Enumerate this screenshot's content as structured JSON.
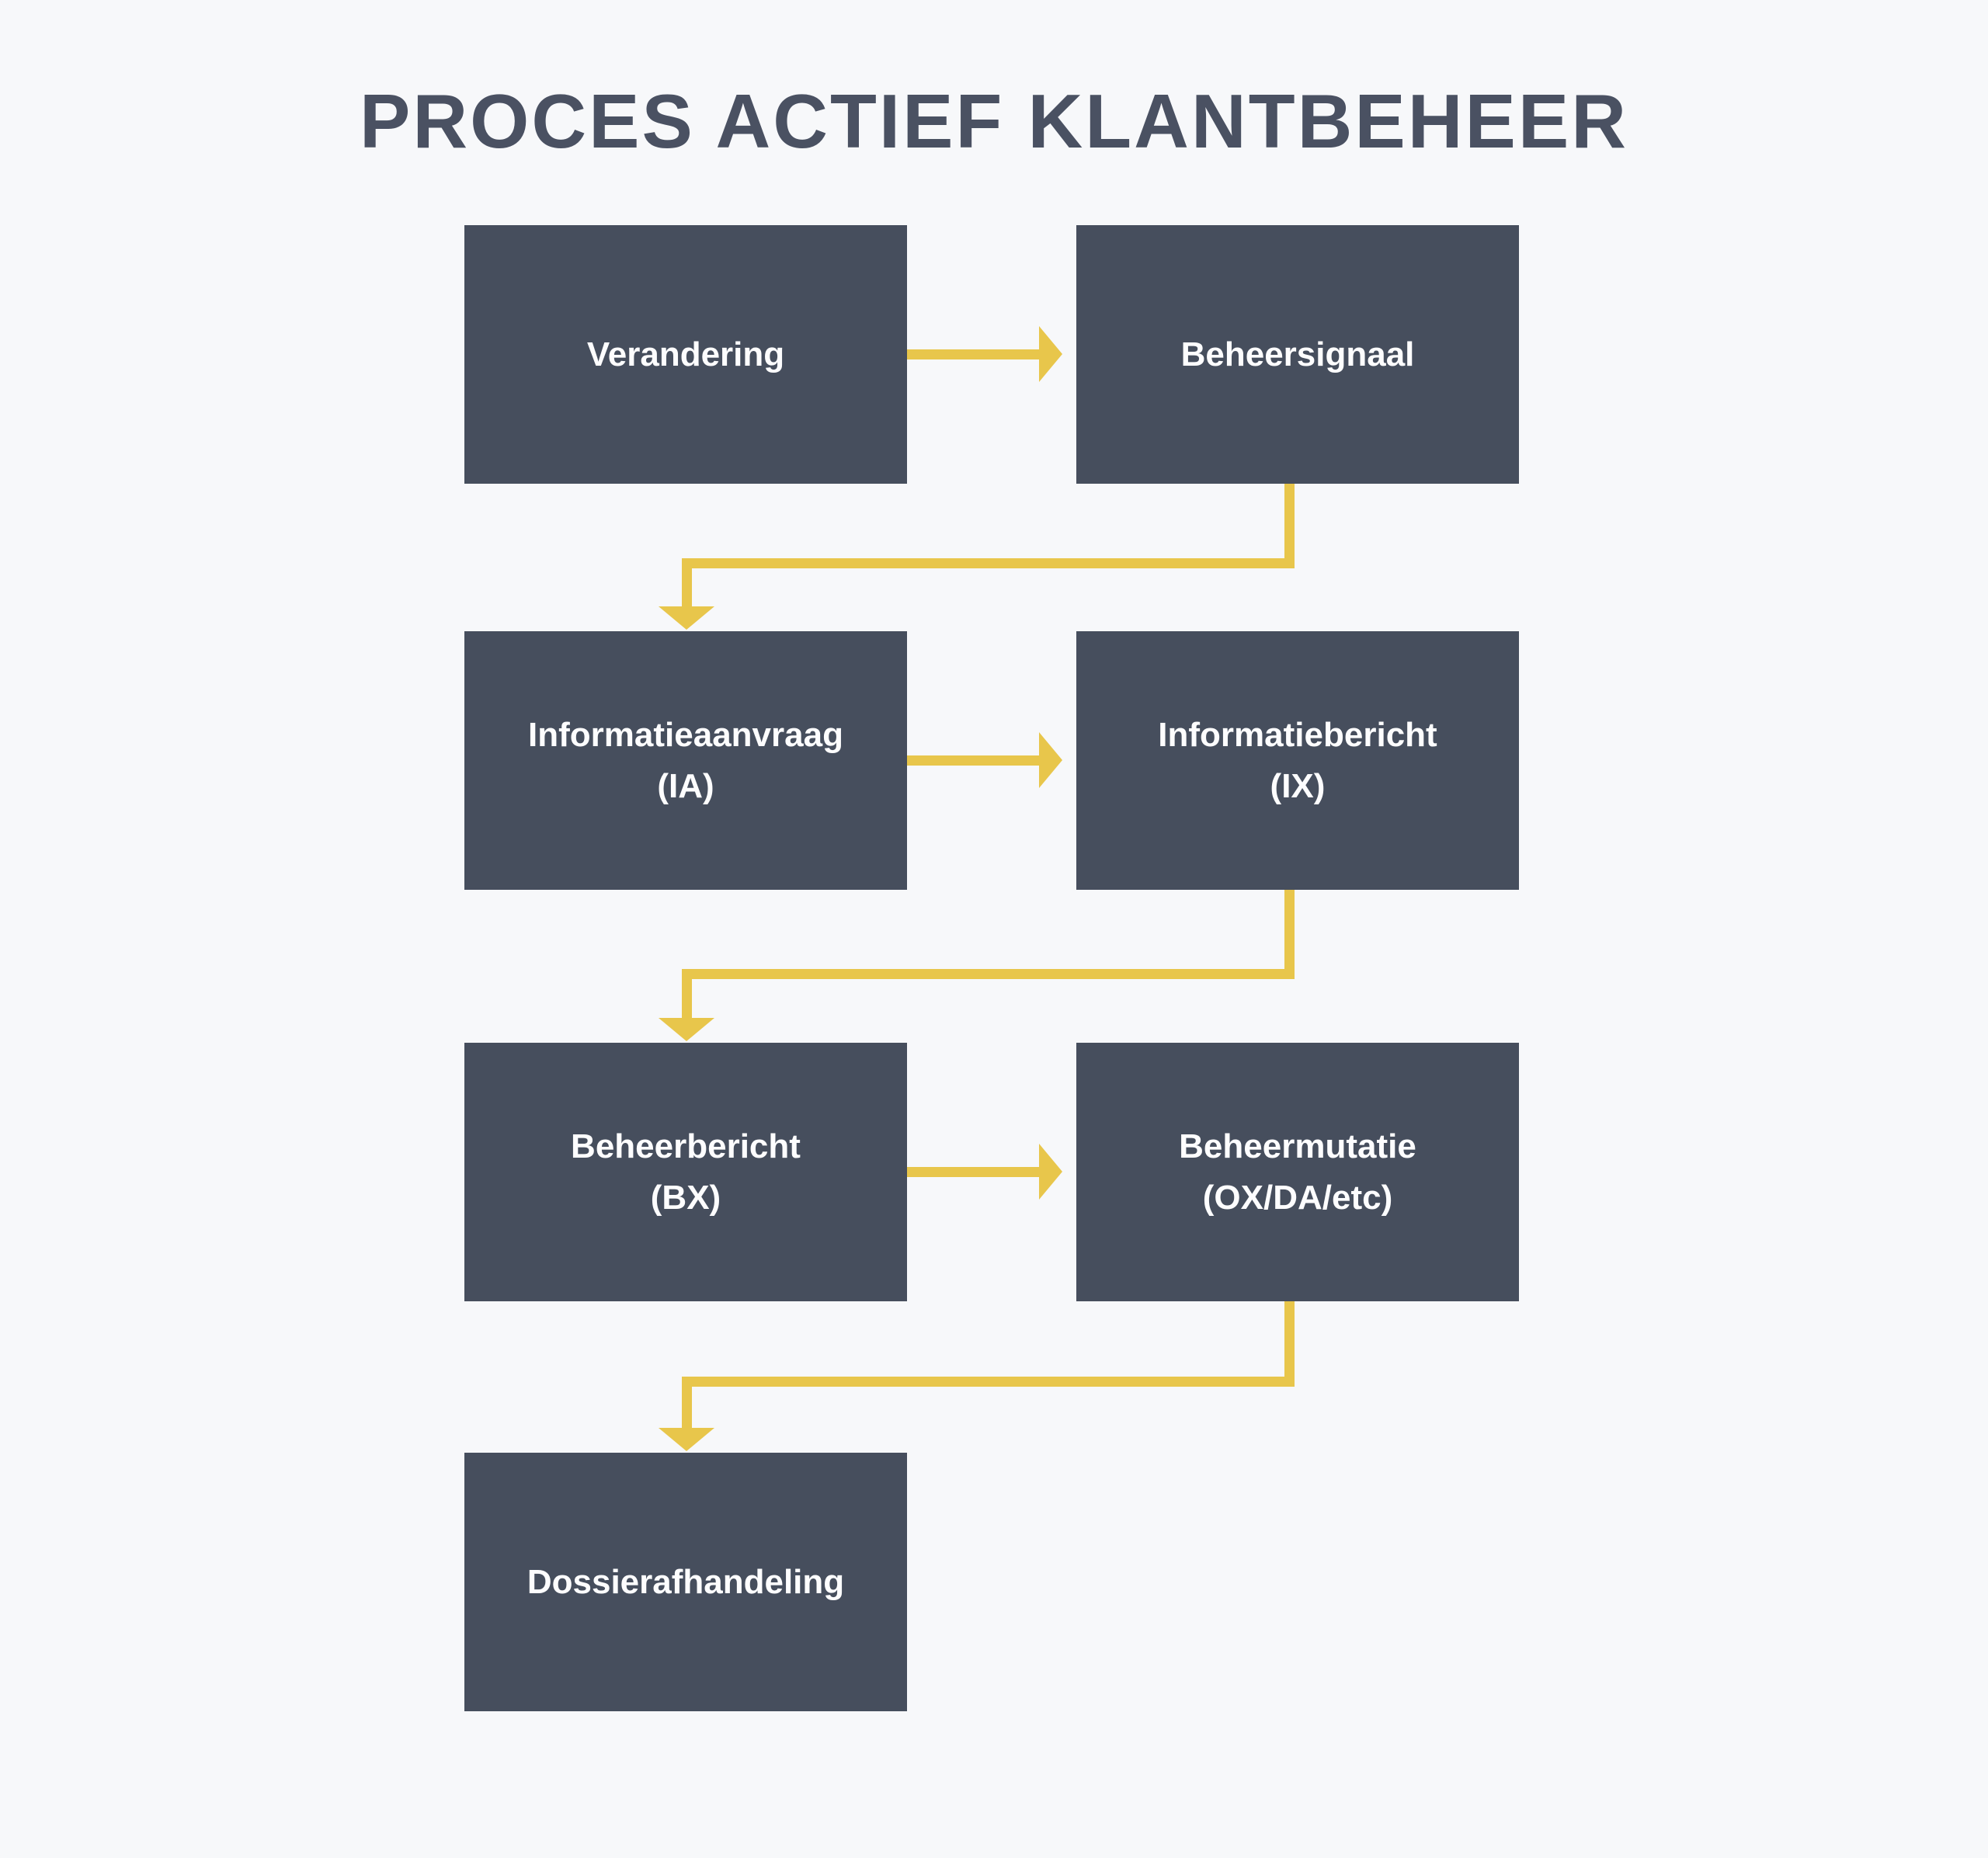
{
  "title": "PROCES ACTIEF KLANTBEHEER",
  "colors": {
    "background": "#F7F8FA",
    "box": "#464E5D",
    "box_text": "#FDFDFE",
    "arrow": "#E8C64B",
    "title_text": "#4A5162"
  },
  "flow": {
    "rows": [
      {
        "left": {
          "label": "Verandering"
        },
        "right": {
          "label": "Beheersignaal"
        }
      },
      {
        "left": {
          "label": "Informatieaanvraag\n(IA)"
        },
        "right": {
          "label": "Informatiebericht\n(IX)"
        }
      },
      {
        "left": {
          "label": "Beheerbericht\n(BX)"
        },
        "right": {
          "label": "Beheermutatie\n(OX/DA/etc)"
        }
      },
      {
        "left": {
          "label": "Dossierafhandeling"
        }
      }
    ],
    "connections": [
      {
        "from": "Verandering",
        "to": "Beheersignaal",
        "type": "horizontal-arrow"
      },
      {
        "from": "Beheersignaal",
        "to": "Informatieaanvraag (IA)",
        "type": "elbow-arrow"
      },
      {
        "from": "Informatieaanvraag (IA)",
        "to": "Informatiebericht (IX)",
        "type": "horizontal-arrow"
      },
      {
        "from": "Informatiebericht (IX)",
        "to": "Beheerbericht (BX)",
        "type": "elbow-arrow"
      },
      {
        "from": "Beheerbericht (BX)",
        "to": "Beheermutatie (OX/DA/etc)",
        "type": "horizontal-arrow"
      },
      {
        "from": "Beheermutatie (OX/DA/etc)",
        "to": "Dossierafhandeling",
        "type": "elbow-arrow"
      }
    ]
  }
}
